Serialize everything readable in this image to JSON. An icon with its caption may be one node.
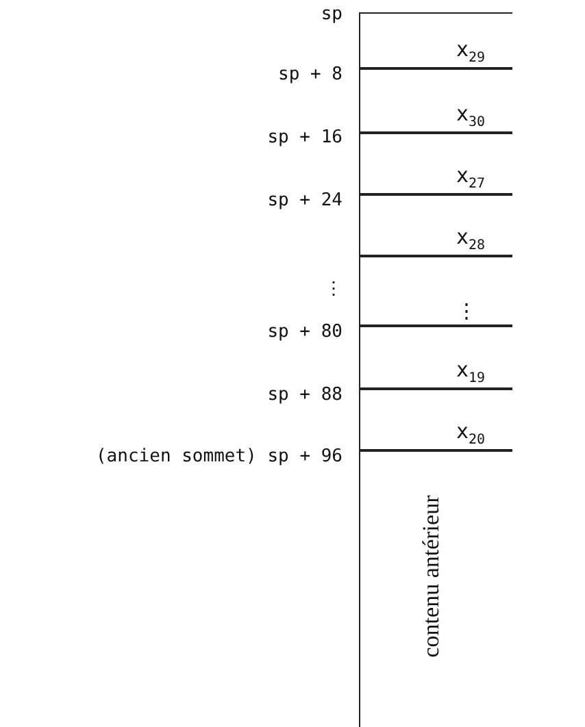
{
  "diagram": {
    "nodes": [
      {
        "text": [
          "x$_{29}$"
        ]
      },
      {
        "text": [
          "x$_{30}$"
        ]
      },
      {
        "text": [
          "x$_{27}$"
        ]
      },
      {
        "text": [
          "x$_{28}$"
        ]
      },
      {
        "text": [
          "⋮"
        ]
      },
      {
        "text": [
          "x$_{19}$"
        ]
      },
      {
        "text": [
          "x$_{20}$"
        ]
      },
      {
        "text": [
          "contenu antérieur"
        ]
      }
    ],
    "labels": [
      "sp",
      "sp + 8",
      "sp + 16",
      "sp + 24",
      "⋮",
      "sp + 80",
      "sp + 88",
      "(ancien sommet) sp + 96"
    ]
  }
}
